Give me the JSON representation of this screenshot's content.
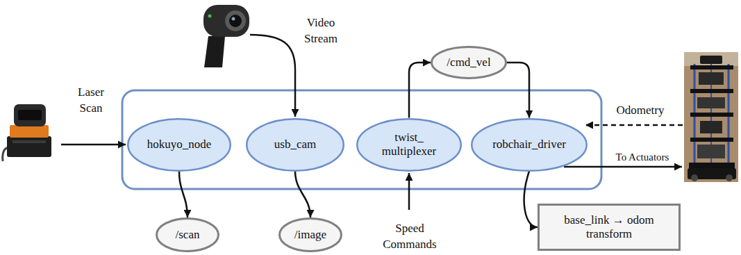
{
  "diagram": {
    "nodes": [
      {
        "text": [
          "/cmd_vel"
        ]
      },
      {
        "text": [
          "hokuyo_node"
        ]
      },
      {
        "text": [
          "usb_cam"
        ]
      },
      {
        "text": [
          "twist_ multiplexer"
        ]
      },
      {
        "text": [
          "robchair_driver"
        ]
      },
      {
        "text": [
          "/scan"
        ]
      },
      {
        "text": [
          "/image"
        ]
      },
      {
        "text": [
          "base_link → odom transform"
        ]
      }
    ],
    "edges": [
      {
        "from": 3,
        "to": 0,
        "arrow": "to"
      },
      {
        "from": 0,
        "to": 4,
        "arrow": "to"
      },
      {
        "from": 1,
        "to": 5,
        "arrow": "to"
      },
      {
        "from": 2,
        "to": 6,
        "arrow": "to"
      },
      {
        "from": 4,
        "to": 7,
        "arrow": "to"
      }
    ],
    "labels": [
      "Laser Scan",
      "Video Stream",
      "Speed Commands",
      "Odometry",
      "To Actuators"
    ]
  }
}
